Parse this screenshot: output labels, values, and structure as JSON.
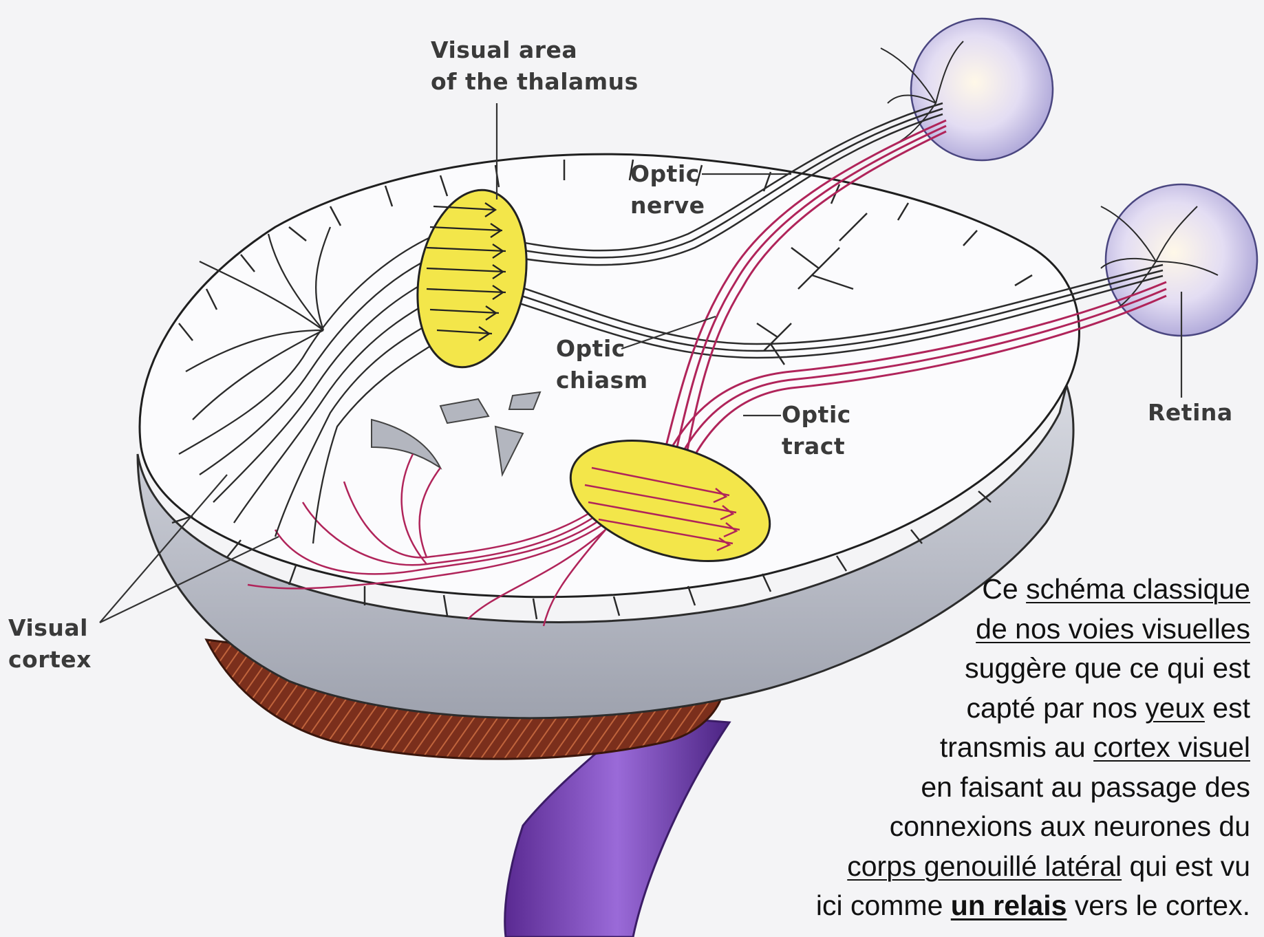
{
  "labels": {
    "thalamus": [
      "Visual area",
      "of the thalamus"
    ],
    "optic_nerve": [
      "Optic",
      "nerve"
    ],
    "optic_chiasm": [
      "Optic",
      "chiasm"
    ],
    "optic_tract": [
      "Optic",
      "tract"
    ],
    "retina": "Retina",
    "visual_cortex": [
      "Visual",
      "cortex"
    ]
  },
  "caption": {
    "line1_pre": "Ce ",
    "line1_u": "schéma classique",
    "line2_u": "de nos voies visuelles",
    "line3": "suggère que ce qui est",
    "line4_pre": "capté par nos ",
    "line4_u": "yeux",
    "line4_post": " est",
    "line5_pre": "transmis au ",
    "line5_u": "cortex visuel",
    "line6": "en faisant au passage des",
    "line7": "connexions aux neurones du",
    "line8_u": "corps genouillé latéral",
    "line8_post": " qui est vu",
    "line9_pre": "ici comme ",
    "line9_bu": "un relais",
    "line9_post": " vers le cortex."
  },
  "colors": {
    "nucleus_yellow": "#f3e64a",
    "fiber_magenta": "#b0245a",
    "fiber_dark": "#2b2b2b",
    "brainstem_purple": "#7a3bb8",
    "cerebellum_red": "#8a3b24",
    "cortex_grey": "#b9bcc6",
    "eyeball": "#d9d6f0"
  }
}
